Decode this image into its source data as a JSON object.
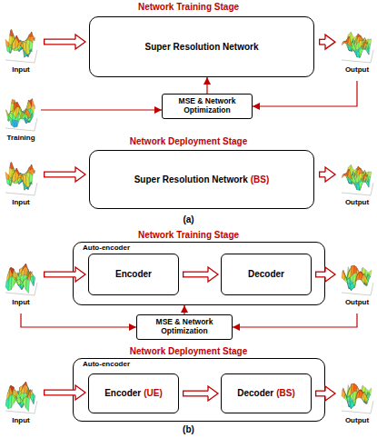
{
  "diagram": {
    "nodes": [
      {
        "text": [
          "Input"
        ]
      },
      {
        "text": [
          "Super Resolution Network"
        ]
      },
      {
        "text": [
          "Output"
        ]
      },
      {
        "text": [
          "Training"
        ]
      },
      {
        "text": [
          "MSE & Network Optimization"
        ]
      },
      {
        "text": [
          "Input"
        ]
      },
      {
        "text": [
          "Super Resolution Network",
          "(BS)"
        ]
      },
      {
        "text": [
          "Output"
        ]
      },
      {
        "text": [
          "Input"
        ]
      },
      {
        "text": [
          "Auto-encoder"
        ]
      },
      {
        "text": [
          "Encoder"
        ],
        "in": 9
      },
      {
        "text": [
          "Decoder"
        ],
        "in": 9
      },
      {
        "text": [
          "Output"
        ]
      },
      {
        "text": [
          "MSE & Network Optimization"
        ]
      },
      {
        "text": [
          "Input"
        ]
      },
      {
        "text": [
          "Auto-encoder"
        ]
      },
      {
        "text": [
          "Encoder",
          "(UE)"
        ],
        "in": 15
      },
      {
        "text": [
          "Decoder",
          "(BS)"
        ],
        "in": 15
      },
      {
        "text": [
          "Output"
        ]
      }
    ],
    "edges": [
      {
        "from": 0,
        "to": 1,
        "arrow": "to"
      },
      {
        "from": 1,
        "to": 2,
        "arrow": "to"
      },
      {
        "from": 3,
        "to": 4,
        "arrow": "to"
      },
      {
        "from": 2,
        "to": 4,
        "arrow": "to"
      },
      {
        "from": 4,
        "to": 1,
        "arrow": "to"
      },
      {
        "from": 5,
        "to": 6,
        "arrow": "to"
      },
      {
        "from": 6,
        "to": 7,
        "arrow": "to"
      },
      {
        "from": 8,
        "to": 10,
        "arrow": "to"
      },
      {
        "from": 10,
        "to": 11,
        "arrow": "to"
      },
      {
        "from": 11,
        "to": 12,
        "arrow": "to"
      },
      {
        "from": 8,
        "to": 13,
        "arrow": "to"
      },
      {
        "from": 12,
        "to": 13,
        "arrow": "to"
      },
      {
        "from": 13,
        "to": 9,
        "arrow": "to"
      },
      {
        "from": 14,
        "to": 16,
        "arrow": "to"
      },
      {
        "from": 16,
        "to": 17,
        "arrow": "to"
      },
      {
        "from": 17,
        "to": 18,
        "arrow": "to"
      }
    ],
    "labels": [
      "Network Training Stage",
      "Network Deployment Stage",
      "(a)",
      "Network Training Stage",
      "Network Deployment Stage",
      "(b)"
    ]
  }
}
